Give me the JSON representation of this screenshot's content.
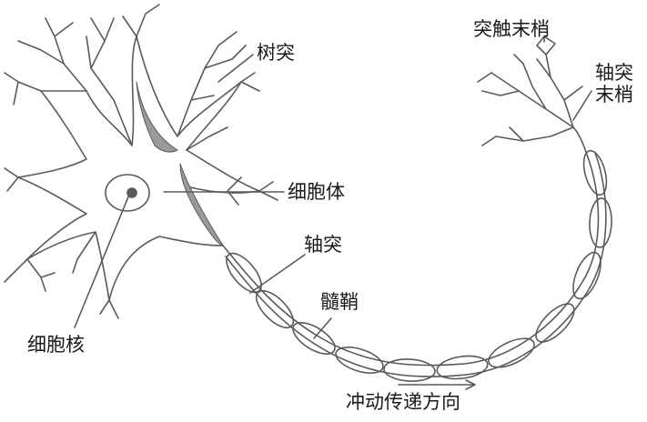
{
  "labels": {
    "dendrite": "树突",
    "cell_body": "细胞体",
    "axon": "轴突",
    "myelin_sheath": "髓鞘",
    "nucleus": "细胞核",
    "synaptic_terminal": "突触末梢",
    "axon_terminal_line1": "轴突",
    "axon_terminal_line2": "末梢",
    "impulse_direction": "冲动传递方向"
  },
  "colors": {
    "stroke": "#5a5a5a",
    "fill_dark": "#9a9a9a",
    "text": "#1a1a1a"
  }
}
